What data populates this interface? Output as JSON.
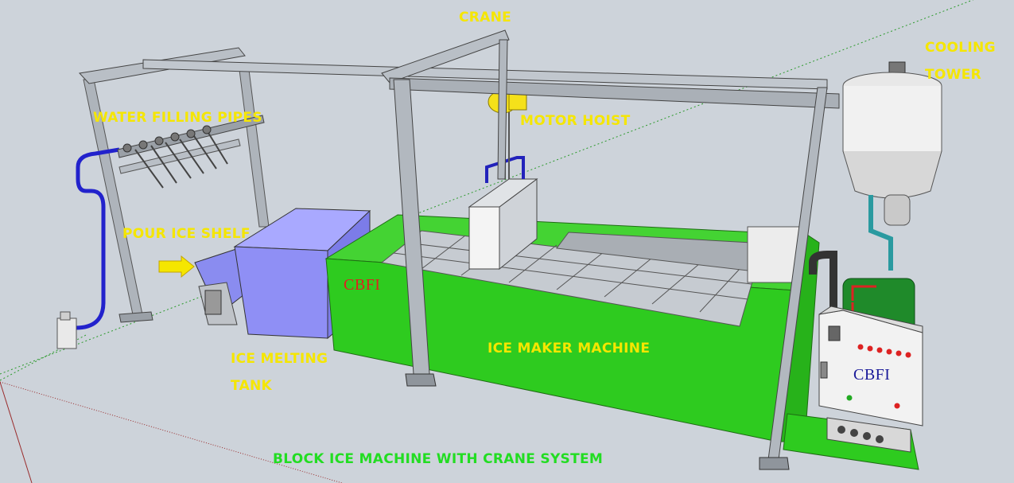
{
  "colors": {
    "background": "#cdd3da",
    "label_yellow": "#f5e600",
    "title_green": "#22dd22",
    "machine_green": "#2ecb1f",
    "steel": "#b9bfc6",
    "tank_blue": "#8f8ff5",
    "pipe_blue": "#2222cc"
  },
  "labels": {
    "crane": "CRANE",
    "cooling_tower_line1": "COOLING",
    "cooling_tower_line2": "TOWER",
    "water_filling_pipes": "WATER FILLING PIPES",
    "motor_hoist": "MOTOR HOIST",
    "pour_ice_shelf": "POUR ICE SHELF",
    "ice_melting_tank_line1": "ICE MELTING",
    "ice_melting_tank_line2": "TANK",
    "ice_maker_machine": "ICE MAKER MACHINE",
    "caption": "BLOCK ICE MACHINE WITH CRANE SYSTEM"
  },
  "branding": {
    "machine_logo": "CBFI",
    "panel_logo": "CBFI"
  }
}
